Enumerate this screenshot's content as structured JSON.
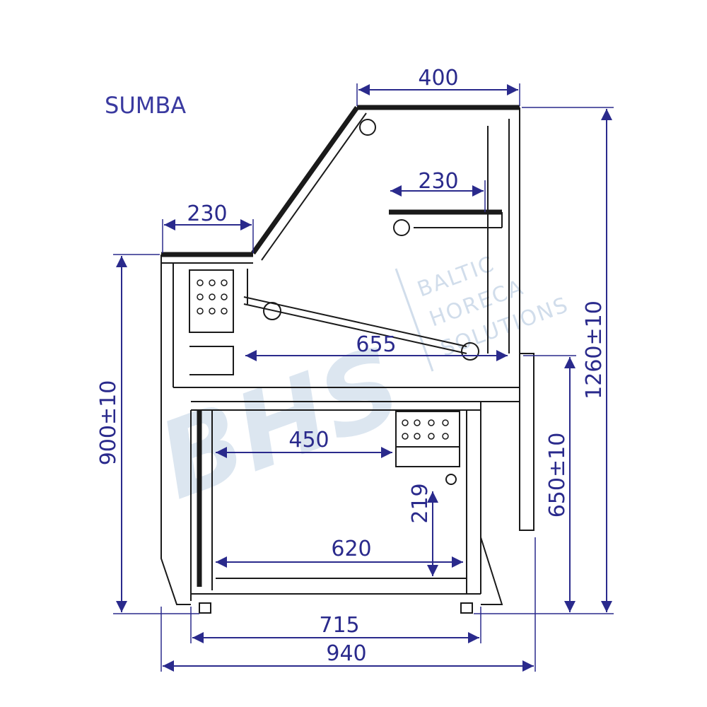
{
  "title": "SUMBA",
  "watermark": {
    "logo": "BHS",
    "lines": [
      "BALTIC",
      "HORECA",
      "SOLUTIONS"
    ]
  },
  "dimensions": {
    "top_width": "400",
    "shelf_depth": "230",
    "counter_depth": "230",
    "display_depth": "655",
    "storage_depth": "450",
    "base_depth": "620",
    "feet_width": "715",
    "overall_width": "940",
    "counter_height": "900±10",
    "overall_height": "1260±10",
    "display_height": "650±10",
    "shelf_clearance": "219"
  },
  "colors": {
    "dimension": "#2a2a8c",
    "outline": "#1a1a1a",
    "watermark": "#c9d8e8"
  }
}
